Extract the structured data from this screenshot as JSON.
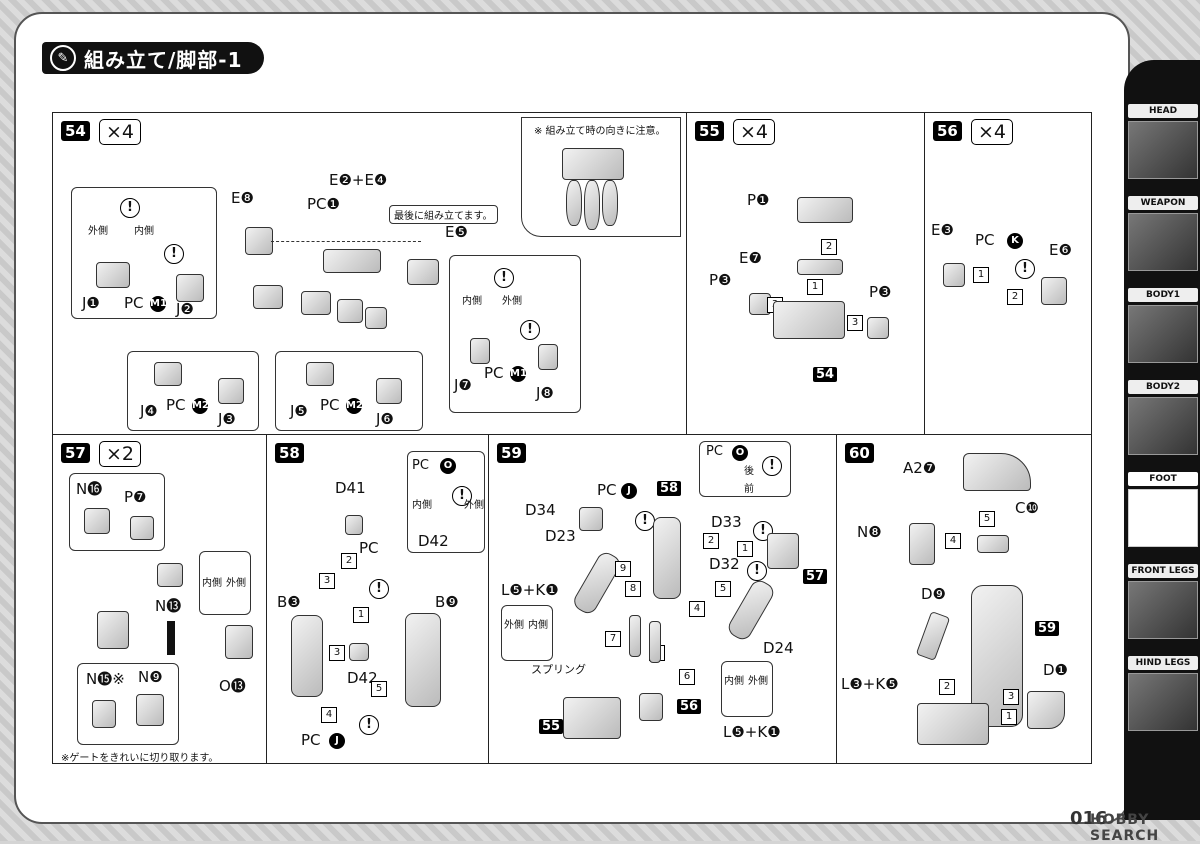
{
  "header": {
    "title": "組み立て/脚部-1"
  },
  "nav": [
    {
      "label": "HEAD"
    },
    {
      "label": "WEAPON"
    },
    {
      "label": "BODY1"
    },
    {
      "label": "BODY2"
    },
    {
      "label": "FOOT"
    },
    {
      "label": "FRONT LEGS"
    },
    {
      "label": "HIND LEGS"
    }
  ],
  "panels": {
    "p54": {
      "step": "54",
      "mult": "×4",
      "note_orient": "※ 組み立て時の向きに注意。",
      "note_last": "最後に組み立てます。",
      "side_out": "外側",
      "side_in": "内側",
      "labels": [
        "E❽",
        "PC❶",
        "E❷+E❹",
        "E❺",
        "J❶",
        "PC",
        "J❷",
        "J❹",
        "PC",
        "J❸",
        "J❺",
        "PC",
        "J❻",
        "J❼",
        "PC",
        "J❽"
      ],
      "pc_m1": "M1",
      "pc_m2": "M2"
    },
    "p55": {
      "step": "55",
      "mult": "×4",
      "labels": [
        "P❶",
        "E❼",
        "P❸",
        "P❸"
      ],
      "ref": "54"
    },
    "p56": {
      "step": "56",
      "mult": "×4",
      "labels": [
        "E❸",
        "PC",
        "E❻"
      ]
    },
    "p57": {
      "step": "57",
      "mult": "×2",
      "labels": [
        "N⓰",
        "P❼",
        "N⓭",
        "O⓭",
        "N⓯※",
        "N❾"
      ],
      "side_in": "内側",
      "side_out": "外側",
      "note_gate": "※ゲートをきれいに切り取ります。"
    },
    "p58": {
      "step": "58",
      "labels": [
        "D41",
        "PC",
        "B❸",
        "B❾",
        "D42",
        "PC",
        "D42"
      ],
      "side_in": "内側",
      "side_out": "外側"
    },
    "p59": {
      "step": "59",
      "ref": "58",
      "labels": [
        "D34",
        "PC",
        "D23",
        "L❺+K❶",
        "D33",
        "D32",
        "D24",
        "L❺+K❶",
        "PC"
      ],
      "spring": "スプリング",
      "rear": "後",
      "front": "前",
      "ref57": "57",
      "ref55": "55",
      "ref56": "56",
      "side_out": "外側",
      "side_in": "内側"
    },
    "p60": {
      "step": "60",
      "labels": [
        "A2❼",
        "N❽",
        "C❿",
        "D❾",
        "L❸+K❺",
        "D❶"
      ],
      "ref": "59"
    }
  },
  "footer": {
    "page": "016",
    "watermark": "HOBBY SEARCH"
  }
}
